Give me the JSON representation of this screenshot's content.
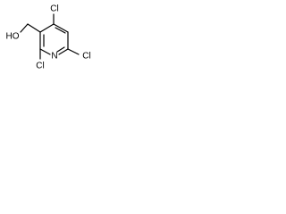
{
  "molecule": {
    "labels": {
      "cl_top": "Cl",
      "cl_right": "Cl",
      "cl_bottom": "Cl",
      "nitrogen": "N",
      "hydroxyl": "HO"
    }
  }
}
